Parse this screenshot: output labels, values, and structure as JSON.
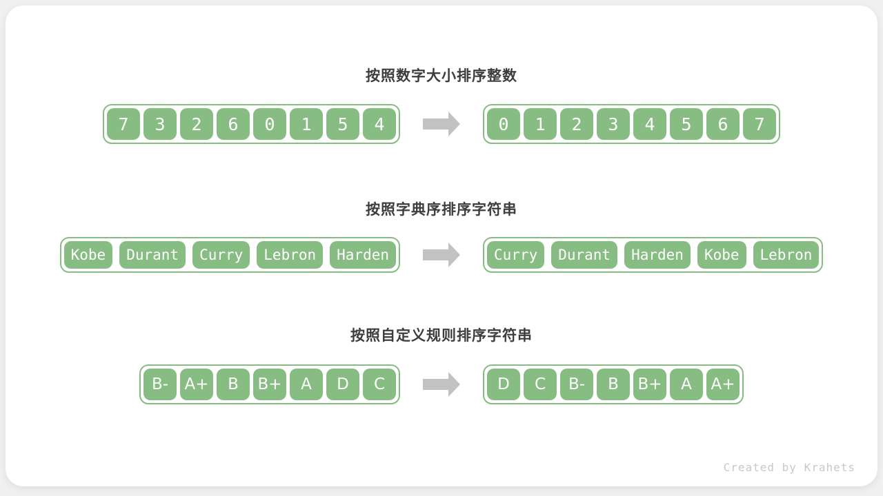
{
  "watermark": "Created by Krahets",
  "colors": {
    "cell_green": "#87bc82",
    "arrow_gray": "#c2c2c2",
    "title_text": "#3d3d3d",
    "watermark_text": "#c8c8c8",
    "card_bg": "#ffffff",
    "page_bg": "#f0f0f1"
  },
  "rows": [
    {
      "title": "按照数字大小排序整数",
      "before": [
        "7",
        "3",
        "2",
        "6",
        "0",
        "1",
        "5",
        "4"
      ],
      "after": [
        "0",
        "1",
        "2",
        "3",
        "4",
        "5",
        "6",
        "7"
      ]
    },
    {
      "title": "按照字典序排序字符串",
      "before": [
        "Kobe",
        "Durant",
        "Curry",
        "Lebron",
        "Harden"
      ],
      "after": [
        "Curry",
        "Durant",
        "Harden",
        "Kobe",
        "Lebron"
      ]
    },
    {
      "title": "按照自定义规则排序字符串",
      "before": [
        "B-",
        "A+",
        "B",
        "B+",
        "A",
        "D",
        "C"
      ],
      "after": [
        "D",
        "C",
        "B-",
        "B",
        "B+",
        "A",
        "A+"
      ]
    }
  ]
}
